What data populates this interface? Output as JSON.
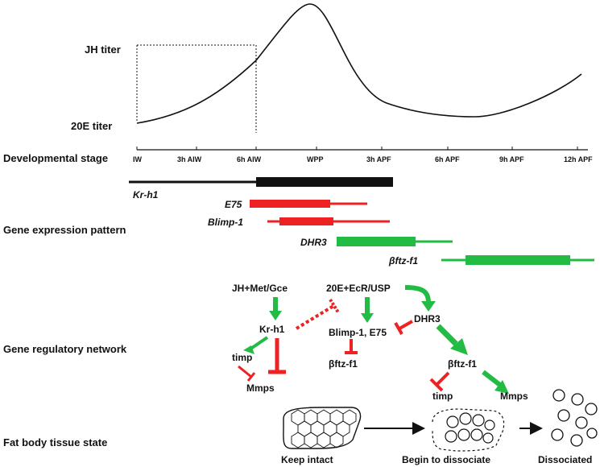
{
  "y_axis": {
    "jh_label": "JH titer",
    "e20_label": "20E titer"
  },
  "rows": {
    "developmental_stage": "Developmental stage",
    "gene_expression_pattern": "Gene expression pattern",
    "gene_regulatory_network": "Gene regulatory network",
    "fat_body_tissue_state": "Fat body tissue state"
  },
  "stages": [
    "IW",
    "3h AIW",
    "6h AIW",
    "WPP",
    "3h APF",
    "6h APF",
    "9h APF",
    "12h APF"
  ],
  "genes": {
    "kr": "Kr-h1",
    "e75": "E75",
    "blimp": "Blimp-1",
    "dhr3": "DHR3",
    "bftz": "βftz-f1"
  },
  "network": {
    "jh": "JH+Met/Gce",
    "e20": "20E+EcR/USP",
    "kr": "Kr-h1",
    "dhr3": "DHR3",
    "blimp_e75": "Blimp-1, E75",
    "timp_left": "timp",
    "mmps_left": "Mmps",
    "bftz_mid": "βftz-f1",
    "bftz_right": "βftz-f1",
    "timp_right": "timp",
    "mmps_right": "Mmps"
  },
  "states": {
    "intact": "Keep intact",
    "begin": "Begin to dissociate",
    "dissociated": "Dissociated"
  },
  "colors": {
    "red": "#ee2222",
    "green": "#22bb44",
    "black": "#111111"
  }
}
